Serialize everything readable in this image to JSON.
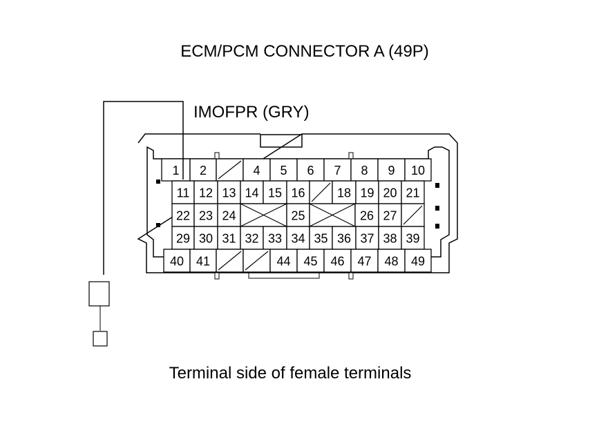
{
  "title": "ECM/PCM CONNECTOR A (49P)",
  "wire_label": "IMOFPR (GRY)",
  "caption": "Terminal side of female terminals",
  "colors": {
    "line": "#000000",
    "background": "#ffffff"
  },
  "rows": [
    {
      "cells": [
        "1",
        "2",
        "",
        "4",
        "5",
        "6",
        "7",
        "8",
        "9",
        "10"
      ]
    },
    {
      "cells": [
        "11",
        "12",
        "13",
        "14",
        "15",
        "16",
        "",
        "18",
        "19",
        "20",
        "21"
      ]
    },
    {
      "cells": [
        "22",
        "23",
        "24",
        "X",
        "25",
        "X",
        "26",
        "27",
        ""
      ]
    },
    {
      "cells": [
        "29",
        "30",
        "31",
        "32",
        "33",
        "34",
        "35",
        "36",
        "37",
        "38",
        "39"
      ]
    },
    {
      "cells": [
        "40",
        "41",
        "",
        "",
        "44",
        "45",
        "46",
        "47",
        "48",
        "49"
      ]
    }
  ]
}
